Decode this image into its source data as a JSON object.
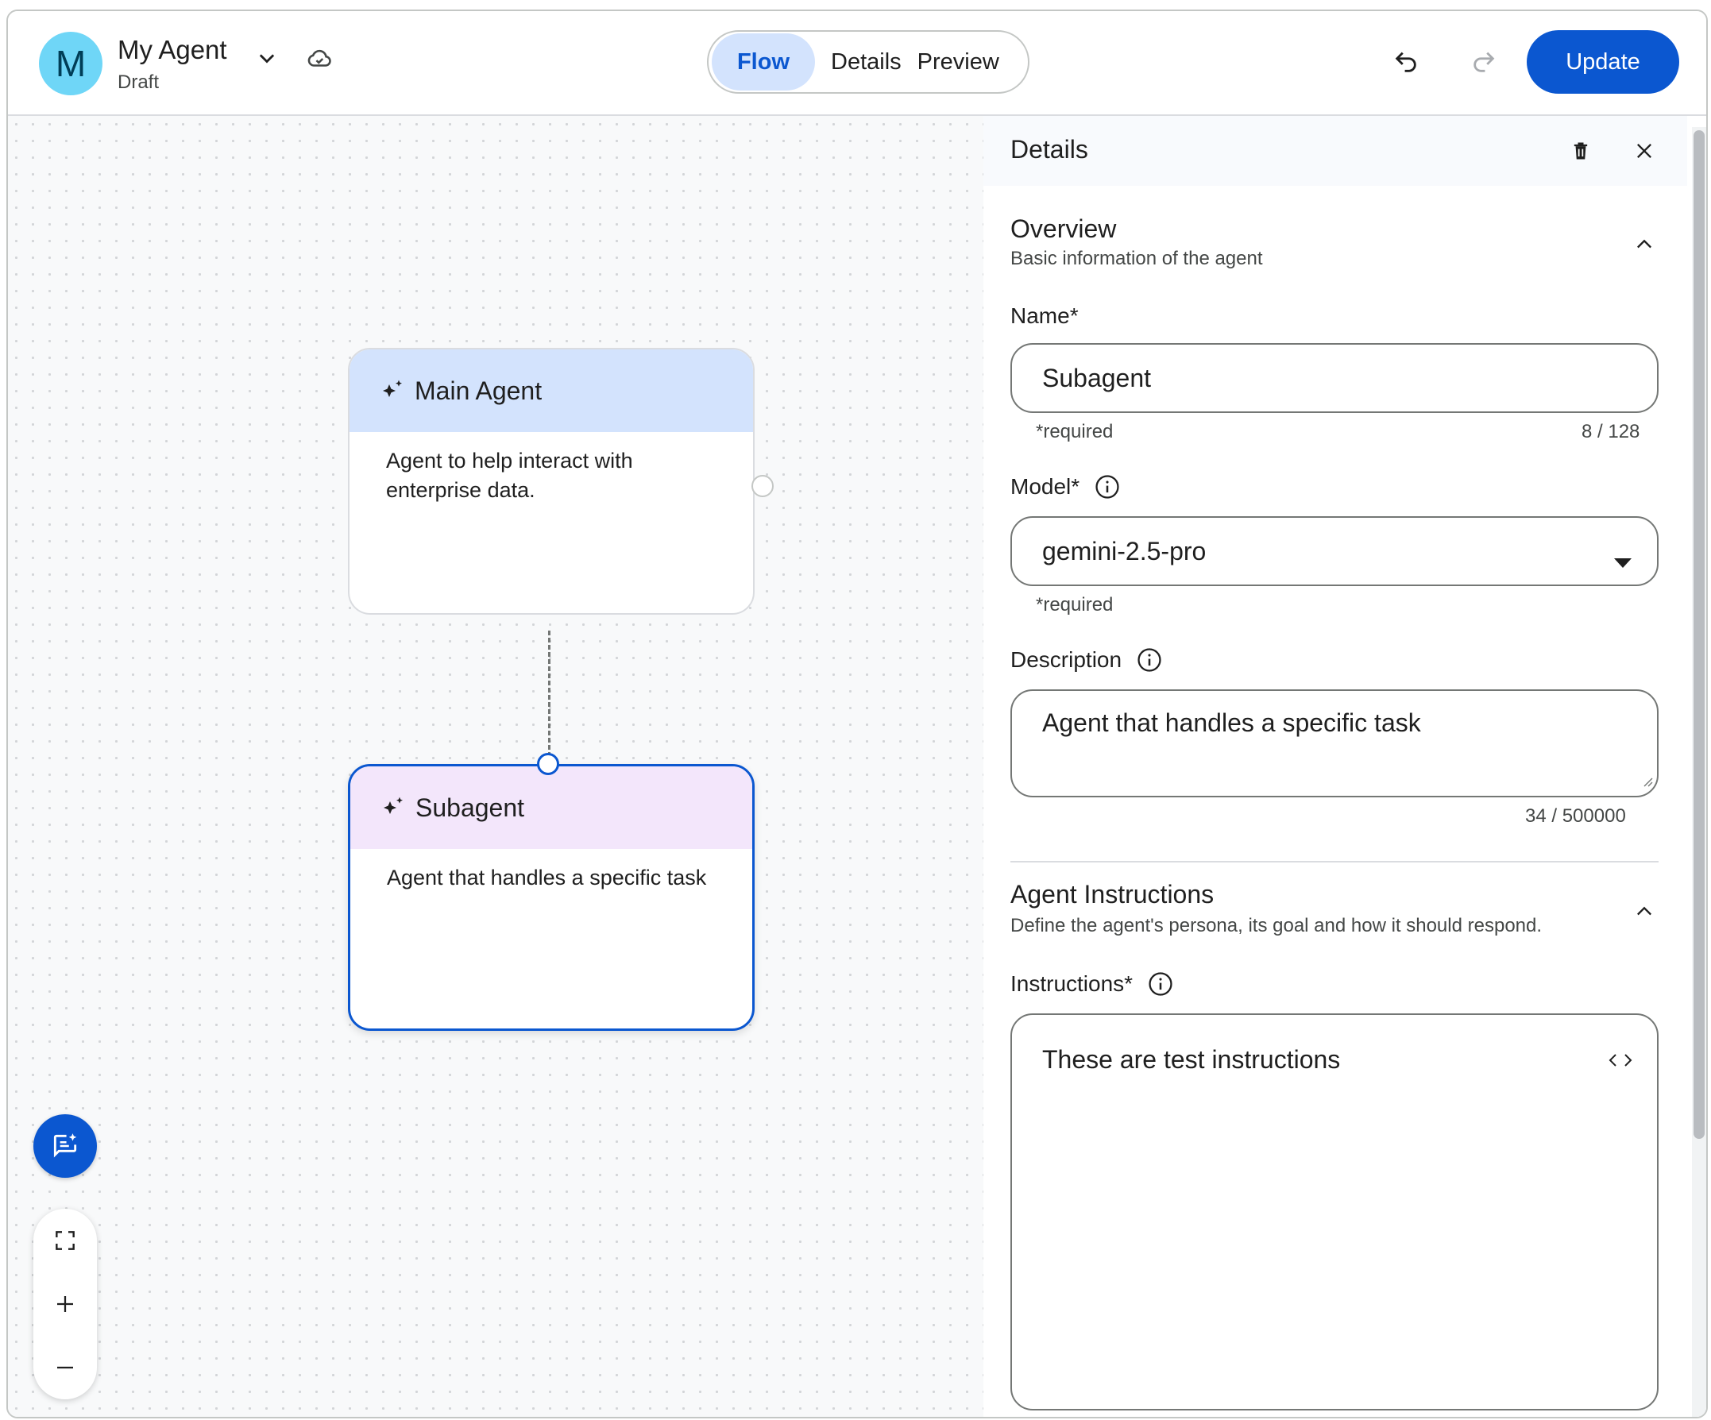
{
  "header": {
    "avatar_letter": "M",
    "agent_name": "My Agent",
    "status": "Draft",
    "tabs": [
      {
        "label": "Flow",
        "active": true
      },
      {
        "label": "Details",
        "active": false
      },
      {
        "label": "Preview",
        "active": false
      }
    ],
    "update_label": "Update"
  },
  "canvas": {
    "nodes": [
      {
        "title": "Main Agent",
        "description": "Agent to help interact with enterprise data."
      },
      {
        "title": "Subagent",
        "description": "Agent that handles a specific task"
      }
    ]
  },
  "details": {
    "title": "Details",
    "overview": {
      "title": "Overview",
      "subtitle": "Basic information of the agent",
      "name_label": "Name*",
      "name_value": "Subagent",
      "name_hint": "*required",
      "name_count": "8 / 128",
      "model_label": "Model*",
      "model_value": "gemini-2.5-pro",
      "model_hint": "*required",
      "description_label": "Description",
      "description_value": "Agent that handles a specific task",
      "description_count": "34 / 500000"
    },
    "instructions": {
      "title": "Agent Instructions",
      "subtitle": "Define the agent's persona, its goal and how it should respond.",
      "label": "Instructions*",
      "value": "These are test instructions"
    }
  },
  "colors": {
    "primary": "#0b57d0",
    "main_node_header": "#d3e3fd",
    "sub_node_header": "#f3e6fb",
    "avatar": "#6fd6f7"
  }
}
